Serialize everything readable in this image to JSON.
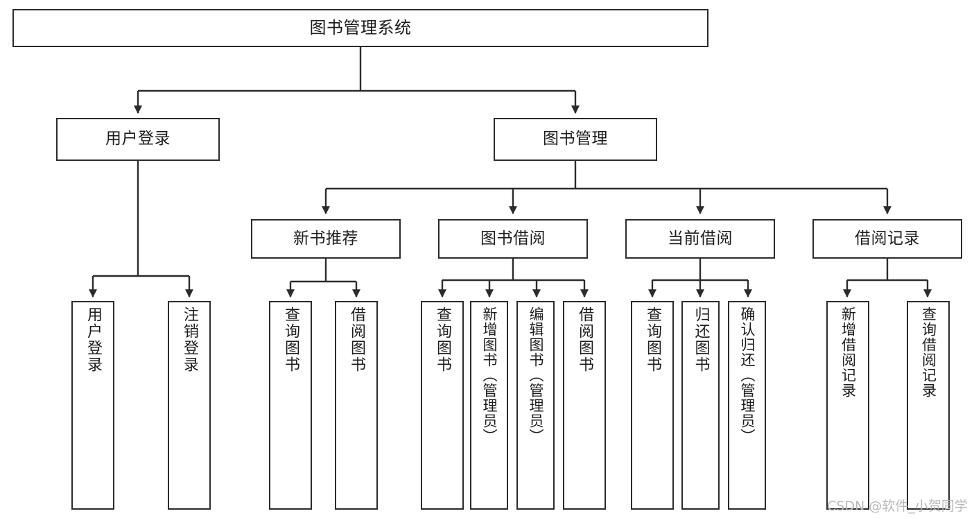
{
  "diagram": {
    "title": "图书管理系统",
    "type": "tree",
    "watermark": "CSDN @软件_小贺同学",
    "line_color": "#2b2b2b",
    "box_fill": "#ffffff",
    "text_color": "#1d1d1d",
    "nodes": {
      "root": {
        "label": "图书管理系统"
      },
      "l2": [
        {
          "label": "用户登录"
        },
        {
          "label": "图书管理"
        }
      ],
      "l3": [
        {
          "label": "新书推荐"
        },
        {
          "label": "图书借阅"
        },
        {
          "label": "当前借阅"
        },
        {
          "label": "借阅记录"
        }
      ],
      "leaves": {
        "user_login": [
          {
            "label": "用户登录"
          },
          {
            "label": "注销登录"
          }
        ],
        "new_book": [
          {
            "label": "查询图书"
          },
          {
            "label": "借阅图书"
          }
        ],
        "borrow": [
          {
            "label": "查询图书"
          },
          {
            "label": "新增图书（管理员）"
          },
          {
            "label": "编辑图书（管理员）"
          },
          {
            "label": "借阅图书"
          }
        ],
        "current": [
          {
            "label": "查询图书"
          },
          {
            "label": "归还图书"
          },
          {
            "label": "确认归还（管理员）"
          }
        ],
        "records": [
          {
            "label": "新增借阅记录"
          },
          {
            "label": "查询借阅记录"
          }
        ]
      }
    }
  }
}
